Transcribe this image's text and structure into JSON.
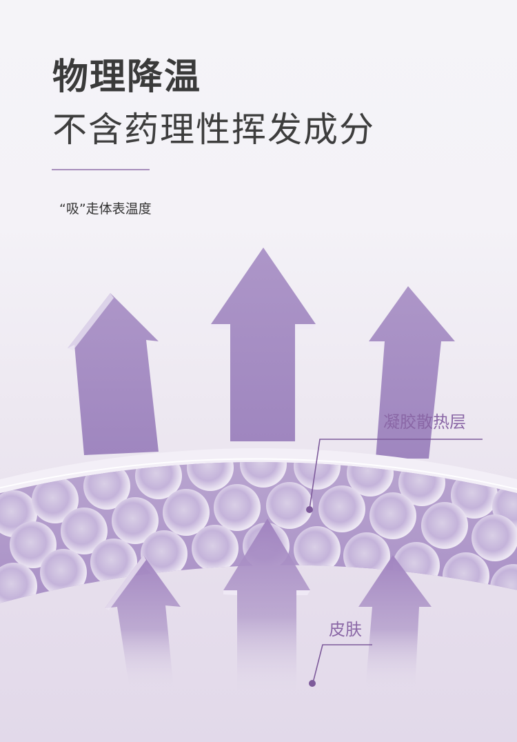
{
  "header": {
    "title": "物理降温",
    "subtitle": "不含药理性挥发成分",
    "caption": "“吸”走体表温度"
  },
  "illustration": {
    "labels": {
      "gel_layer": "凝胶散热层",
      "skin": "皮肤"
    },
    "icons": [
      "arrow-up-icon",
      "gel-bead-icon",
      "callout-dot-icon"
    ]
  },
  "colors": {
    "title_text": "#3a3a3a",
    "accent_purple": "#8a67a6",
    "arrow_purple": "#a58cc3",
    "background": "#f4f2f7"
  }
}
